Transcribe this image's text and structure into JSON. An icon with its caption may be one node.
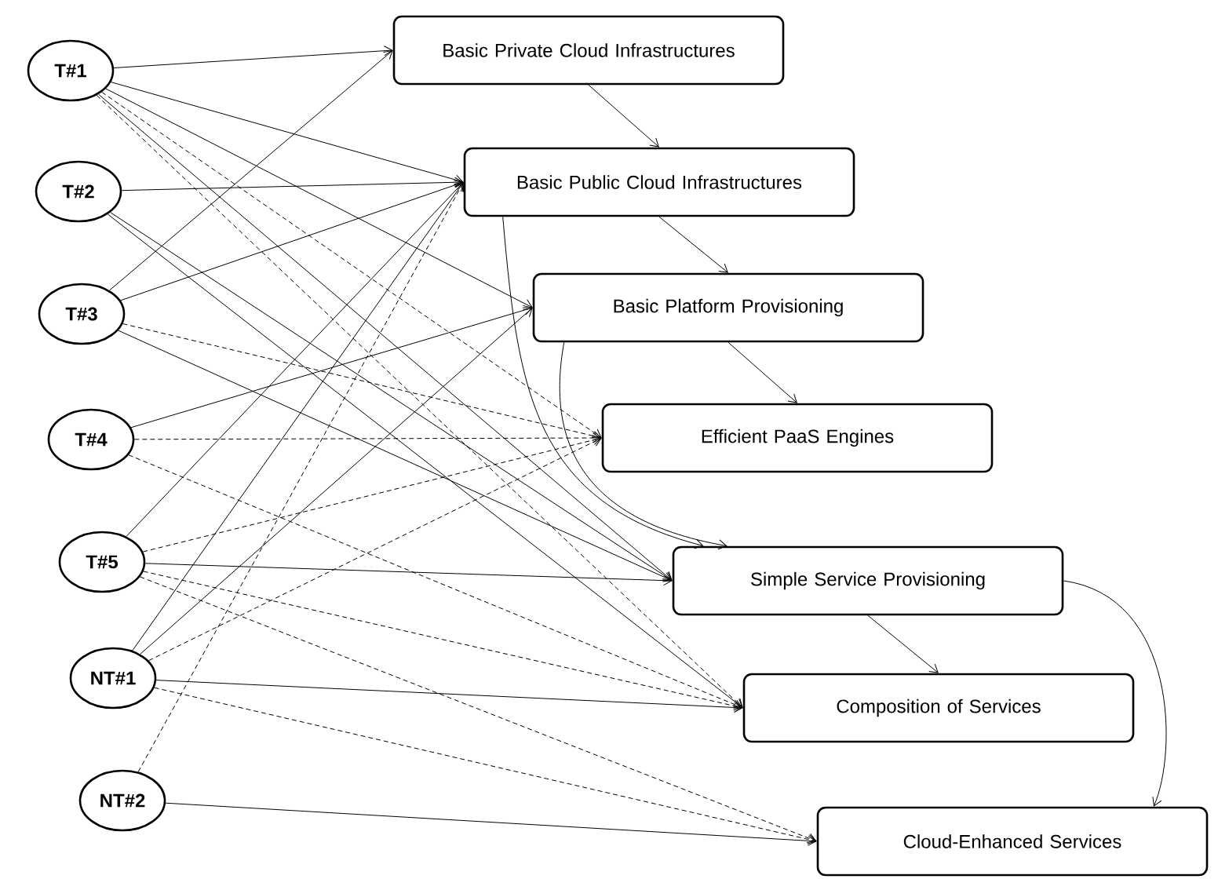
{
  "diagram": {
    "nodes": [
      {
        "text": [
          "T#1"
        ]
      },
      {
        "text": [
          "T#2"
        ]
      },
      {
        "text": [
          "T#3"
        ]
      },
      {
        "text": [
          "T#4"
        ]
      },
      {
        "text": [
          "T#5"
        ]
      },
      {
        "text": [
          "NT#1"
        ]
      },
      {
        "text": [
          "NT#2"
        ]
      },
      {
        "text": [
          "Basic Private Cloud Infrastructures"
        ]
      },
      {
        "text": [
          "Basic Public Cloud Infrastructures"
        ]
      },
      {
        "text": [
          "Basic Platform Provisioning"
        ]
      },
      {
        "text": [
          "Efficient PaaS Engines"
        ]
      },
      {
        "text": [
          "Simple Service Provisioning"
        ]
      },
      {
        "text": [
          "Composition of Services"
        ]
      },
      {
        "text": [
          "Cloud-Enhanced Services"
        ]
      }
    ],
    "edges": [
      {
        "from": 0,
        "to": 7,
        "arrow": "to"
      },
      {
        "from": 0,
        "to": 8,
        "arrow": "to"
      },
      {
        "from": 0,
        "to": 9,
        "arrow": "to"
      },
      {
        "from": 0,
        "to": 10,
        "arrow": "to",
        "style": "dashed"
      },
      {
        "from": 0,
        "to": 11,
        "arrow": "to"
      },
      {
        "from": 0,
        "to": 12,
        "arrow": "to",
        "style": "dashed"
      },
      {
        "from": 1,
        "to": 8,
        "arrow": "to"
      },
      {
        "from": 1,
        "to": 11,
        "arrow": "to"
      },
      {
        "from": 1,
        "to": 12,
        "arrow": "to"
      },
      {
        "from": 2,
        "to": 7,
        "arrow": "to"
      },
      {
        "from": 2,
        "to": 8,
        "arrow": "to"
      },
      {
        "from": 2,
        "to": 10,
        "arrow": "to",
        "style": "dashed"
      },
      {
        "from": 2,
        "to": 11,
        "arrow": "to"
      },
      {
        "from": 3,
        "to": 9,
        "arrow": "to"
      },
      {
        "from": 3,
        "to": 10,
        "arrow": "to",
        "style": "dashed"
      },
      {
        "from": 3,
        "to": 12,
        "arrow": "to",
        "style": "dashed"
      },
      {
        "from": 4,
        "to": 8,
        "arrow": "to"
      },
      {
        "from": 4,
        "to": 10,
        "arrow": "to",
        "style": "dashed"
      },
      {
        "from": 4,
        "to": 11,
        "arrow": "to"
      },
      {
        "from": 4,
        "to": 12,
        "arrow": "to",
        "style": "dashed"
      },
      {
        "from": 4,
        "to": 13,
        "arrow": "to",
        "style": "dashed"
      },
      {
        "from": 5,
        "to": 8,
        "arrow": "to"
      },
      {
        "from": 5,
        "to": 9,
        "arrow": "to"
      },
      {
        "from": 5,
        "to": 10,
        "arrow": "to",
        "style": "dashed"
      },
      {
        "from": 5,
        "to": 12,
        "arrow": "to"
      },
      {
        "from": 5,
        "to": 13,
        "arrow": "to",
        "style": "dashed"
      },
      {
        "from": 6,
        "to": 8,
        "arrow": "to",
        "style": "dashed"
      },
      {
        "from": 6,
        "to": 13,
        "arrow": "to"
      },
      {
        "from": 7,
        "to": 8,
        "arrow": "to"
      },
      {
        "from": 8,
        "to": 9,
        "arrow": "to"
      },
      {
        "from": 8,
        "to": 11,
        "arrow": "to"
      },
      {
        "from": 9,
        "to": 10,
        "arrow": "to"
      },
      {
        "from": 9,
        "to": 11,
        "arrow": "to"
      },
      {
        "from": 11,
        "to": 12,
        "arrow": "to"
      },
      {
        "from": 11,
        "to": 13,
        "arrow": "to"
      }
    ]
  }
}
